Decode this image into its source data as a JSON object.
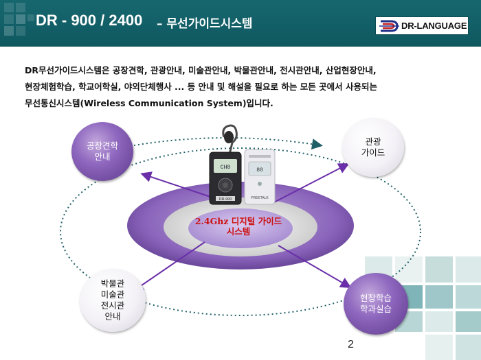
{
  "header": {
    "title_main": "DR - 900 / 2400",
    "title_sub": "– 무선가이드시스템",
    "logo_text": "DR-LANGUAGE"
  },
  "intro": {
    "lines": [
      "DR무선가이드시스템은 공장견학, 관광안내, 미술관안내, 박물관안내, 전시관안내, 산업현장안내,",
      "현장체험학습, 학교어학실, 야외단체행사 ... 등 안내 및 해설을 필요로 하는 모든 곳에서 사용되는",
      "무선통신시스템(Wireless Communication System)입니다."
    ]
  },
  "diagram": {
    "center": {
      "line1": "2.4Ghz 디지털 가이드",
      "line2": "시스템"
    },
    "nodes": {
      "factory": "공장견학\n안내",
      "tour": "관광\n가이드",
      "museum": "박물관\n미술관\n전시관\n안내",
      "field": "현장학습\n학과실습"
    },
    "device_labels": {
      "left": "DR-900",
      "right": "FREETALK"
    }
  },
  "page": {
    "number": "2"
  },
  "colors": {
    "header": "#17676f",
    "purple": "#7a52ad",
    "center_text": "#cc1111",
    "teal_deco": "#7fb5b8"
  }
}
